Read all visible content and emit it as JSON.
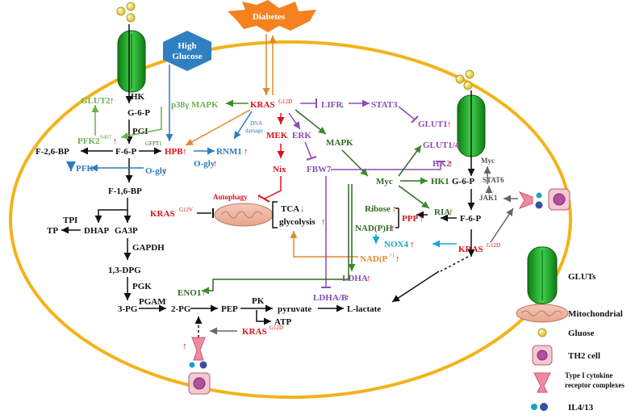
{
  "stimuli": {
    "diabetes": "Diabetes",
    "high_glucose": "High Glucose"
  },
  "glycolysis": {
    "hk": "HK",
    "g6p": "G-6-P",
    "pgi": "PGI",
    "f6p": "F-6-P",
    "f26bp": "F-2,6-BP",
    "pfk": "PFK",
    "f16bp": "F-1,6-BP",
    "tpi": "TPI",
    "tp": "TP",
    "dhap": "DHAP",
    "ga3p": "GA3P",
    "gapdh": "GAPDH",
    "bpg": "1,3-DPG",
    "pgk": "PGK",
    "pg3": "3-PG",
    "pgam": "PGAM",
    "pg2": "2-PG",
    "pep": "PEP",
    "pk": "PK",
    "atp": "ATP",
    "pyruvate": "pyruvate",
    "lactate": "L-lactate",
    "eno1": "ENO1"
  },
  "glut_left": {
    "glut2": "GLUT2",
    "pfk2": "PFK2",
    "pfk2_sup": "S467",
    "p38": "p38γ MAPK",
    "gfpt1": "GFPT1",
    "hpb": "HPB",
    "oglyc": "O-gly"
  },
  "kras": {
    "center": "KRAS",
    "center_sup": "G12D",
    "g12v": "KRAS",
    "g12v_sup": "G12V",
    "right": "KRAS",
    "right_sup": "G12D",
    "bottom": "KRAS",
    "bottom_sup": "G12D"
  },
  "signaling": {
    "lifr": "LIFR",
    "stat3": "STAT3",
    "glut1": "GLUT1",
    "mek": "MEK",
    "erk": "ERK",
    "mapk": "MAPK",
    "nix": "Nix",
    "fbw7": "FBW7",
    "myc": "Myc",
    "rnm1": "RNM1",
    "dna_damage": "DNA damage",
    "oglyc2": "O-gly",
    "autophagy": "Autophagy",
    "tca": "TCA",
    "glycolysis_label": "glycolysis",
    "ldha": "LDHA",
    "ldhab": "LDHA/B",
    "nadp": "NAD(P",
    "nadp_sup": "+)"
  },
  "right_cell": {
    "glut14": "GLUT1/4",
    "hk2": "HK2",
    "hk1": "HK1",
    "g6p": "G-6-P",
    "myc_small": "Myc",
    "stat6": "STAT6",
    "jak1": "JAK1",
    "ribose": "Ribose",
    "ppp": "PPP",
    "ria": "RIA",
    "f6p": "F-6-P",
    "nadph": "NAD(P)H",
    "nox4": "NOX4"
  },
  "legend": {
    "gluts": "GLUTs",
    "mito": "Mitochondrial",
    "glucose": "Gluose",
    "th2": "TH2 cell",
    "receptor": "Type I cytokine receptor complexes",
    "il": "IL4/13"
  },
  "colors": {
    "cell_border": "#f2b31a",
    "glut_green": "#1a9a22",
    "kras_red": "#e0101a",
    "diabetes_orange": "#f5821f",
    "glucose_blue": "#2f7fc1"
  }
}
